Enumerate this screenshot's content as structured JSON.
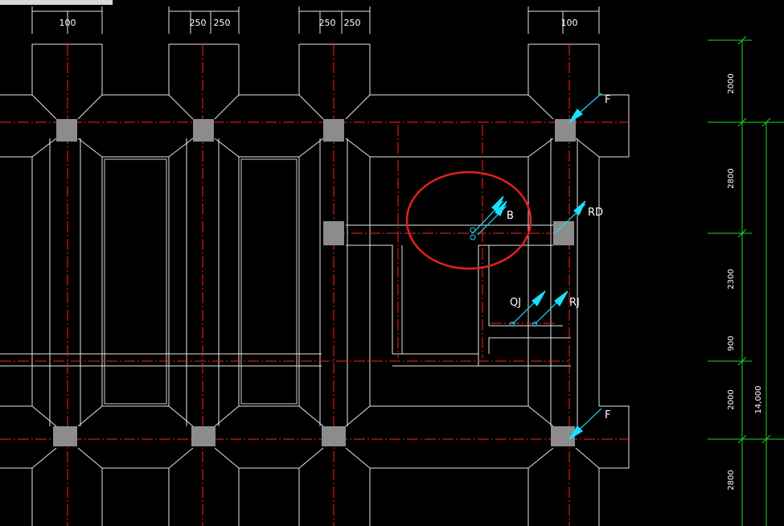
{
  "top_dimensions": [
    "100",
    "250",
    "250",
    "250",
    "250",
    "100"
  ],
  "callouts": [
    "F",
    "B",
    "RD",
    "QJ",
    "RJ",
    "F"
  ],
  "side_dimensions": [
    "2000",
    "2800",
    "2300",
    "900",
    "2000",
    "2800"
  ],
  "total_dimension": "14,000",
  "colors": {
    "outline": "#e6e6e6",
    "axis": "#ff2020",
    "column": "#8c8c8c",
    "leader": "#19e0ff",
    "dimension": "#22d422",
    "highlight": "#e8201c"
  }
}
